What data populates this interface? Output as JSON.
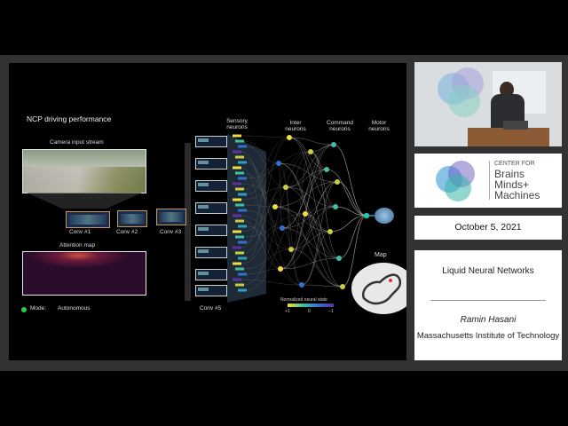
{
  "slide": {
    "title": "NCP driving performance",
    "camera_label": "Camera input stream",
    "attention_label": "Attention map",
    "mode_label": "Mode:",
    "mode_value": "Autonomous",
    "conv_labels": [
      "Conv #1",
      "Conv #2",
      "Conv #3",
      "Conv #5"
    ],
    "layer_headers": [
      {
        "line1": "Sensory",
        "line2": "neurons"
      },
      {
        "line1": "Inter",
        "line2": "neurons"
      },
      {
        "line1": "Command",
        "line2": "neurons"
      },
      {
        "line1": "Motor",
        "line2": "neurons"
      }
    ],
    "map_label": "Map",
    "colorbar_label": "Normalized neural state",
    "colorbar_ticks": [
      "+1",
      "0",
      "−1"
    ]
  },
  "logo": {
    "line1": "CENTER FOR",
    "line2": "Brains",
    "line3": "Minds+",
    "line4": "Machines"
  },
  "event_date": "October 5, 2021",
  "talk": {
    "title": "Liquid Neural Networks",
    "speaker": "Ramin Hasani",
    "affiliation": "Massachusetts Institute of Technology"
  },
  "colors": {
    "stage": "#323232",
    "logo_blue": "#2a8fd0",
    "logo_teal": "#38b6a8",
    "logo_purple": "#6a5ac0",
    "mode_dot": "#2ecc40"
  }
}
